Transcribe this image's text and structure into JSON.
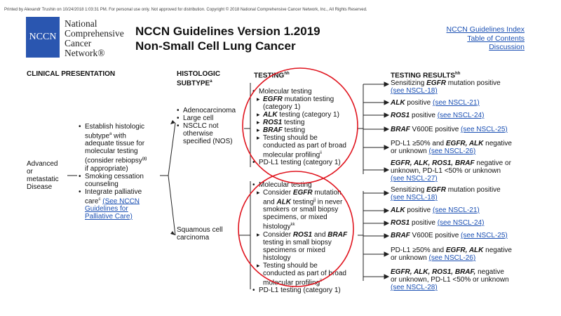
{
  "printed_by": "Printed by Alexandr Trushin on 10/24/2018 1:03:31 PM. For personal use only. Not approved for distribution. Copyright © 2018 National Comprehensive Cancer Network, Inc., All Rights Reserved.",
  "logo": {
    "abbr": "NCCN",
    "lines": [
      "National",
      "Comprehensive",
      "Cancer",
      "Network®"
    ]
  },
  "title": {
    "line1": "NCCN Guidelines Version 1.2019",
    "line2": "Non-Small Cell Lung Cancer"
  },
  "top_links": [
    "NCCN Guidelines Index",
    "Table of Contents",
    "Discussion"
  ],
  "headers": {
    "clinical": "CLINICAL PRESENTATION",
    "histologic": "HISTOLOGIC",
    "subtype": "SUBTYPE",
    "subtype_sup": "a",
    "testing": "TESTING",
    "testing_sup": "hh",
    "results": "TESTING RESULTS",
    "results_sup": "hh"
  },
  "presentation": [
    "Advanced",
    "or",
    "metastatic",
    "Disease"
  ],
  "workup": {
    "b1": [
      "Establish histologic",
      "subtype",
      "a",
      " with",
      "adequate tissue for",
      "molecular testing",
      "(consider rebiopsy",
      "gg",
      "if appropriate)"
    ],
    "b2": [
      "Smoking cessation",
      "counseling"
    ],
    "b3": [
      "Integrate palliative",
      "care",
      "c",
      "(See NCCN",
      "Guidelines for",
      "Palliative Care)"
    ]
  },
  "subtypes": {
    "nonsquamous": [
      "Adenocarcinoma",
      "Large cell",
      "NSCLC not",
      "otherwise",
      "specified (NOS)"
    ],
    "squamous": [
      "Squamous cell",
      "carcinoma"
    ]
  },
  "testing_upper": {
    "molecular": "Molecular testing",
    "items": [
      {
        "gene": "EGFR",
        "rest": " mutation testing",
        "line2": "(category 1)"
      },
      {
        "gene": "ALK",
        "rest": " testing (category 1)"
      },
      {
        "gene": "ROS1",
        "rest": " testing"
      },
      {
        "gene": "BRAF",
        "rest": " testing"
      }
    ],
    "broad": [
      "Testing should be",
      "conducted as part of broad",
      "molecular profiling",
      "ii"
    ],
    "pdl1": "PD-L1 testing (category 1)"
  },
  "testing_lower": {
    "molecular": "Molecular testing",
    "i1": [
      "Consider ",
      "EGFR",
      " mutation",
      "and ",
      "ALK",
      " testing",
      "jj",
      " in never",
      "smokers or small biopsy",
      "specimens, or mixed",
      "histology",
      "kk"
    ],
    "i2": [
      "Consider ",
      "ROS1",
      " and ",
      "BRAF",
      "testing in small biopsy",
      "specimens or mixed",
      "histology"
    ],
    "broad": [
      "Testing should be",
      "conducted as part of broad",
      "molecular profiling",
      "ii"
    ],
    "pdl1": "PD-L1 testing (category 1)"
  },
  "results_upper": [
    {
      "pre": "Sensitizing ",
      "gene": "EGFR",
      "post": " mutation positive",
      "link": "(see NSCL-18)"
    },
    {
      "gene": "ALK",
      "post": " positive ",
      "link": "(see NSCL-21)"
    },
    {
      "gene": "ROS1",
      "post": " positive ",
      "link": "(see NSCL-24)"
    },
    {
      "gene": "BRAF",
      "post": " V600E positive ",
      "link": "(see NSCL-25)"
    },
    {
      "l1": "PD-L1 ≥50% and ",
      "g1": "EGFR, ALK",
      "l1b": " negative",
      "l2": "or unknown ",
      "link": "(see NSCL-26)"
    },
    {
      "g1": "EGFR, ALK, ROS1, BRAF",
      "l1b": " negative or",
      "l2": "unknown, PD-L1 <50% or unknown",
      "link": "(see NSCL-27)"
    }
  ],
  "results_lower": [
    {
      "pre": "Sensitizing ",
      "gene": "EGFR",
      "post": " mutation positive",
      "link": "(see NSCL-18)"
    },
    {
      "gene": "ALK",
      "post": " positive ",
      "link": "(see NSCL-21)"
    },
    {
      "gene": "ROS1",
      "post": " positive ",
      "link": "(see NSCL-24)"
    },
    {
      "gene": "BRAF",
      "post": " V600E positive ",
      "link": "(see NSCL-25)"
    },
    {
      "l1": "PD-L1 ≥50% and ",
      "g1": "EGFR, ALK",
      "l1b": " negative",
      "l2": "or unknown ",
      "link": "(see NSCL-26)"
    },
    {
      "g1": "EGFR, ALK, ROS1, BRAF,",
      "l1b": " negative",
      "l2": "or unknown, PD-L1 <50% or unknown",
      "link": "(see NSCL-28)"
    }
  ],
  "colors": {
    "brand_blue": "#2a56b0",
    "link": "#1a4fb3",
    "annotation_red": "#e0141e"
  }
}
